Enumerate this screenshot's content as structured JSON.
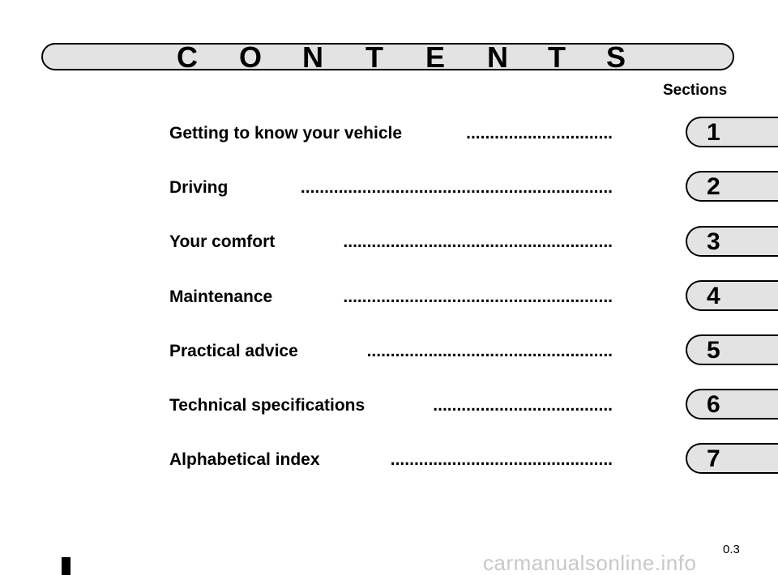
{
  "header": {
    "title_letters": [
      "C",
      "O",
      "N",
      "T",
      "E",
      "N",
      "T",
      "S"
    ],
    "sections_label": "Sections"
  },
  "toc": {
    "items": [
      {
        "title": "Getting to know your vehicle",
        "leader": "...............................",
        "section": "1"
      },
      {
        "title": "Driving",
        "leader": "..................................................................",
        "section": "2"
      },
      {
        "title": "Your comfort",
        "leader": ".........................................................",
        "section": "3"
      },
      {
        "title": "Maintenance",
        "leader": ".........................................................",
        "section": "4"
      },
      {
        "title": "Practical advice",
        "leader": "....................................................",
        "section": "5"
      },
      {
        "title": "Technical specifications",
        "leader": "......................................",
        "section": "6"
      },
      {
        "title": "Alphabetical index",
        "leader": "...............................................",
        "section": "7"
      }
    ]
  },
  "footer": {
    "page_number": "0.3",
    "watermark": "carmanualsonline.info"
  },
  "colors": {
    "tab_fill": "#e3e3e3",
    "border": "#000000",
    "text": "#000000",
    "watermark": "#c8c8c8"
  }
}
